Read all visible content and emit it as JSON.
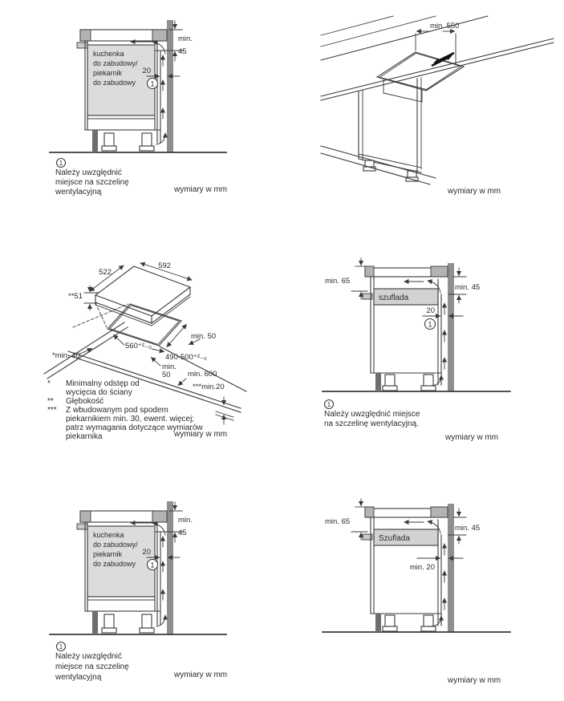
{
  "colors": {
    "line": "#3a3a3a",
    "wall_gray": "#8f8f8f",
    "cap_gray": "#b3b3b3",
    "oven_gray": "#dcdcdc",
    "drawer_gray": "#d2d2d2",
    "post_gray": "#6e6e6e",
    "background": "#ffffff"
  },
  "panels": {
    "top_left": {
      "oven_lines": [
        "kuchenka",
        "do zabudowy/",
        "piekarnik",
        "do zabudowy"
      ],
      "dim_min": "min.",
      "dim_45": "45",
      "dim_20": "20",
      "marker": "1",
      "caption_lines": [
        "Należy uwzględnić",
        "miejsce na szczelinę",
        "wentylacyjną"
      ],
      "units": "wymiary w mm"
    },
    "top_right": {
      "dim_min550": "min. 550",
      "units": "wymiary w mm"
    },
    "mid_left": {
      "dim_522": "522",
      "dim_592": "592",
      "dim_51": "**51",
      "dim_min50_top": "min. 50",
      "dim_min40": "*min. 40",
      "dim_560": "560⁺²₋₀",
      "dim_490_500": "490-500⁺²₋₀",
      "dim_min_front_1": "min.",
      "dim_min_front_2": "50",
      "dim_min600": "min. 600",
      "dim_min20": "***min.20",
      "footnotes": [
        {
          "marker": "*",
          "line1": "Minimalny odstęp od",
          "line2": "wycięcia do ściany"
        },
        {
          "marker": "**",
          "line1": "Głębokość"
        },
        {
          "marker": "***",
          "line1": "Z wbudowanym pod spodem",
          "line2": "piekarnikiem min. 30, ewent. więcej;",
          "line3": "patrz wymagania dotyczące wymiarów",
          "line4": "piekarnika"
        }
      ],
      "units": "wymiary w mm"
    },
    "mid_right": {
      "drawer_label": "szuflada",
      "dim_min65": "min. 65",
      "dim_min45": "min. 45",
      "dim_20": "20",
      "marker": "1",
      "caption_lines": [
        "Należy uwzględnić miejsce",
        "na szczelinę wentylacyjną."
      ],
      "units": "wymiary w mm"
    },
    "bottom_left": {
      "oven_lines": [
        "kuchenka",
        "do zabudowy/",
        "piekarnik",
        "do zabudowy"
      ],
      "dim_min": "min.",
      "dim_45": "45",
      "dim_20": "20",
      "marker": "1",
      "caption_lines": [
        "Należy uwzględnić",
        "miejsce na szczelinę",
        "wentylacyjną"
      ],
      "units": "wymiary w mm"
    },
    "bottom_right": {
      "drawer_label": "Szuflada",
      "dim_min65": "min. 65",
      "dim_min45": "min. 45",
      "dim_min20": "min. 20",
      "units": "wymiary w mm"
    }
  }
}
